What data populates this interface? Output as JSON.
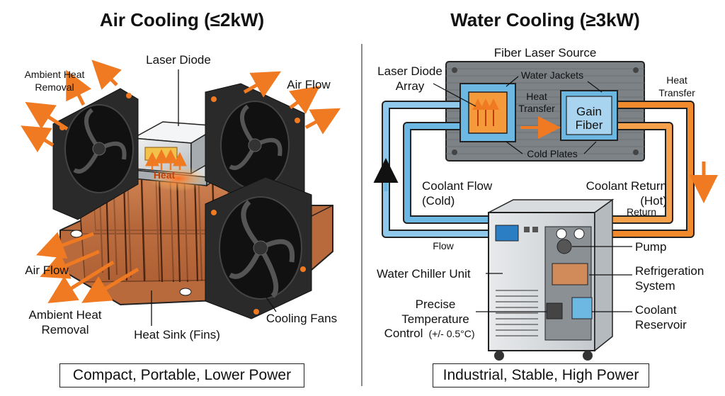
{
  "air": {
    "title": "Air Cooling (≤2kW)",
    "labels": {
      "laser_diode": "Laser Diode",
      "ambient_top_1": "Ambient Heat",
      "ambient_top_2": "Removal",
      "air_flow_top": "Air Flow",
      "heat": "Heat",
      "air_flow_left": "Air Flow",
      "ambient_bottom_1": "Ambient Heat",
      "ambient_bottom_2": "Removal",
      "heat_sink": "Heat Sink (Fins)",
      "cooling_fans": "Cooling Fans"
    },
    "footer": "Compact, Portable, Lower Power"
  },
  "water": {
    "title": "Water Cooling (≥3kW)",
    "labels": {
      "fiber_laser_source": "Fiber Laser Source",
      "laser_diode_array_1": "Laser Diode",
      "laser_diode_array_2": "Array",
      "water_jackets": "Water Jackets",
      "heat_transfer_mid_1": "Heat",
      "heat_transfer_mid_2": "Transfer",
      "gain_fiber_1": "Gain",
      "gain_fiber_2": "Fiber",
      "cold_plates": "Cold Plates",
      "heat_transfer_right_1": "Heat",
      "heat_transfer_right_2": "Transfer",
      "coolant_flow_1": "Coolant Flow",
      "coolant_flow_2": "(Cold)",
      "coolant_return_1": "Coolant Return",
      "coolant_return_2": "(Hot)",
      "return": "Return",
      "flow": "Flow",
      "pump": "Pump",
      "water_chiller_unit": "Water Chiller Unit",
      "refrigeration_1": "Refrigeration",
      "refrigeration_2": "System",
      "precise_1": "Precise",
      "precise_2": "Temperature",
      "precise_3": "Control",
      "precise_3b": "(+/- 0.5°C)",
      "coolant_reservoir_1": "Coolant",
      "coolant_reservoir_2": "Reservoir"
    },
    "footer": "Industrial, Stable, High Power"
  },
  "colors": {
    "copper": "#c9784a",
    "fan": "#2a2a2a",
    "arrow_orange": "#f07a22",
    "cold_blue": "#6db7e3",
    "hot_orange": "#f08a2c",
    "panel_gray": "#7d8287"
  }
}
